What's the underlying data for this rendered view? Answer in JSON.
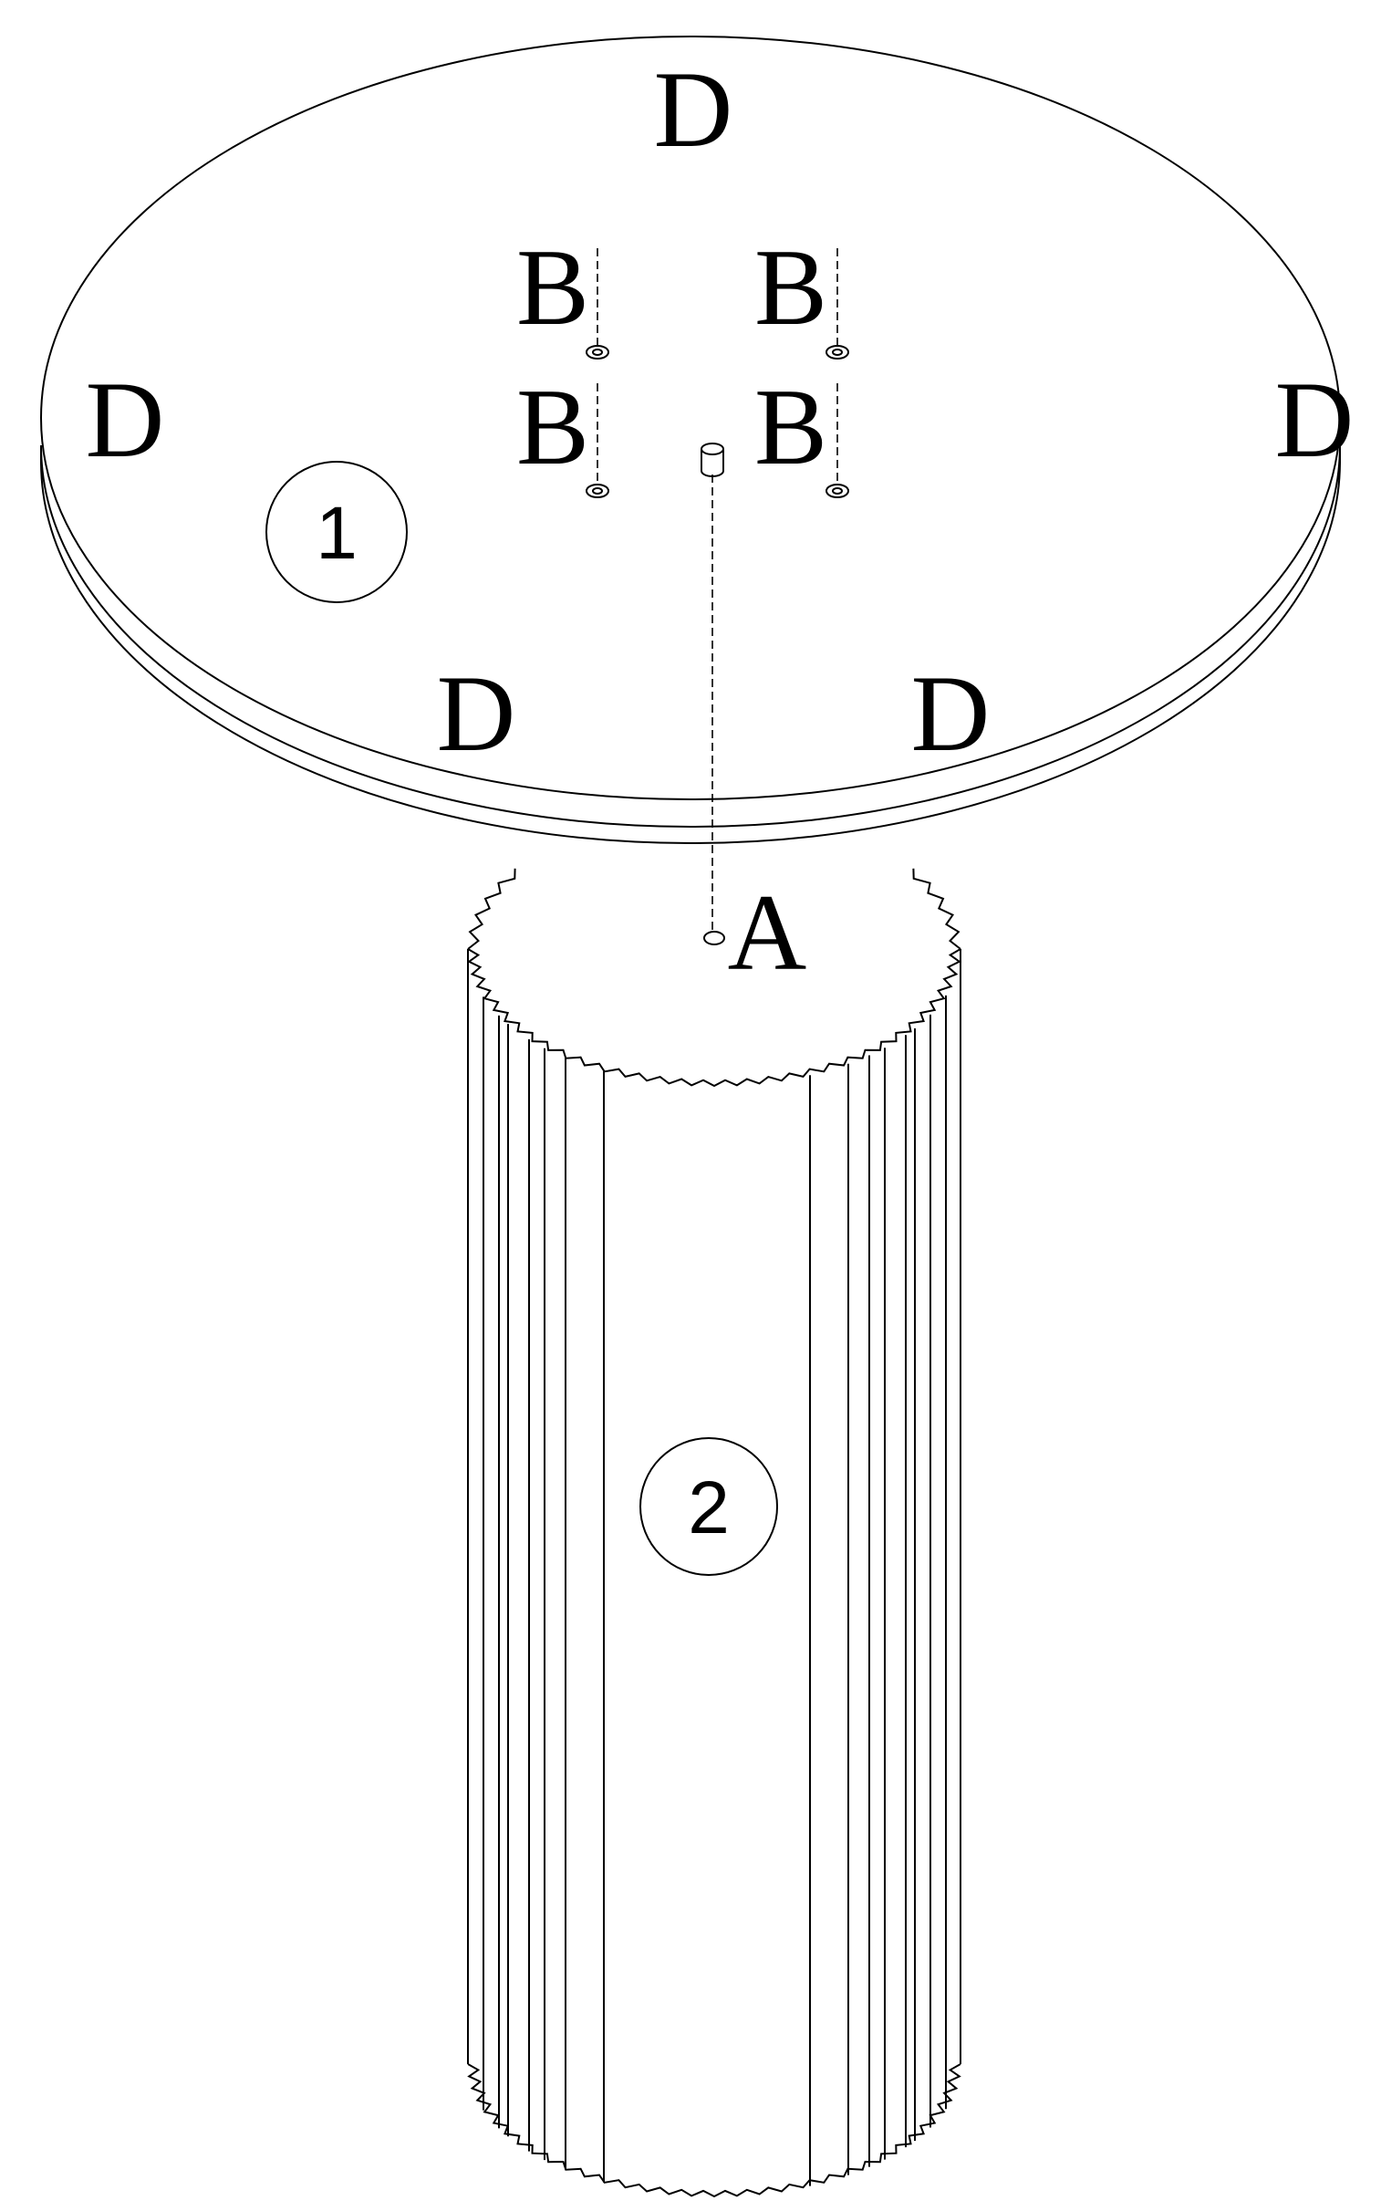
{
  "labels": {
    "hole_a": "A",
    "screw_b1": "B",
    "screw_b2": "B",
    "screw_b3": "B",
    "screw_b4": "B",
    "edge_d_top": "D",
    "edge_d_left": "D",
    "edge_d_right": "D",
    "edge_d_bottom_left": "D",
    "edge_d_bottom_right": "D"
  },
  "parts": {
    "tabletop_number": "1",
    "pedestal_number": "2"
  }
}
